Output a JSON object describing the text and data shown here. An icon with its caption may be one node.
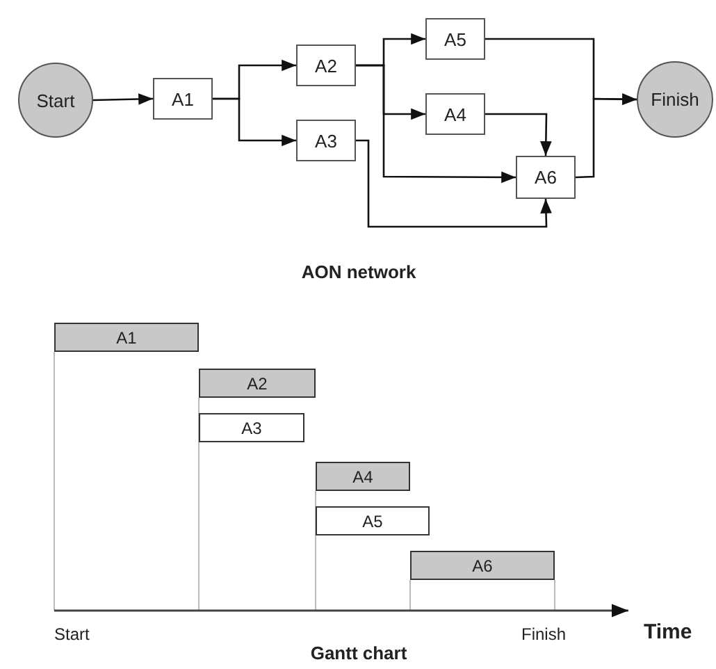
{
  "diagram": {
    "nodes": [
      {
        "text": [
          "Start"
        ]
      },
      {
        "text": [
          "A1"
        ]
      },
      {
        "text": [
          "A2"
        ]
      },
      {
        "text": [
          "A3"
        ]
      },
      {
        "text": [
          "A5"
        ]
      },
      {
        "text": [
          "A4"
        ]
      },
      {
        "text": [
          "A6"
        ]
      },
      {
        "text": [
          "Finish"
        ]
      },
      {
        "text": [
          "A1"
        ]
      },
      {
        "text": [
          "A2"
        ]
      },
      {
        "text": [
          "A3"
        ]
      },
      {
        "text": [
          "A4"
        ]
      },
      {
        "text": [
          "A5"
        ]
      },
      {
        "text": [
          "A6"
        ]
      }
    ],
    "edges": [
      {
        "from": 0,
        "to": 1,
        "arrow": "to"
      },
      {
        "from": 1,
        "to": 2,
        "arrow": "to"
      },
      {
        "from": 1,
        "to": 3,
        "arrow": "to"
      },
      {
        "from": 2,
        "to": 4,
        "arrow": "to"
      },
      {
        "from": 2,
        "to": 5,
        "arrow": "to"
      },
      {
        "from": 2,
        "to": 6,
        "arrow": "to"
      },
      {
        "from": 3,
        "to": 6,
        "arrow": "to"
      },
      {
        "from": 5,
        "to": 6,
        "arrow": "to"
      },
      {
        "from": 4,
        "to": 7,
        "arrow": "to"
      },
      {
        "from": 6,
        "to": 7,
        "arrow": "to"
      }
    ],
    "labels": [
      "AON network",
      "Start",
      "Finish",
      "Time",
      "Gantt chart"
    ]
  }
}
